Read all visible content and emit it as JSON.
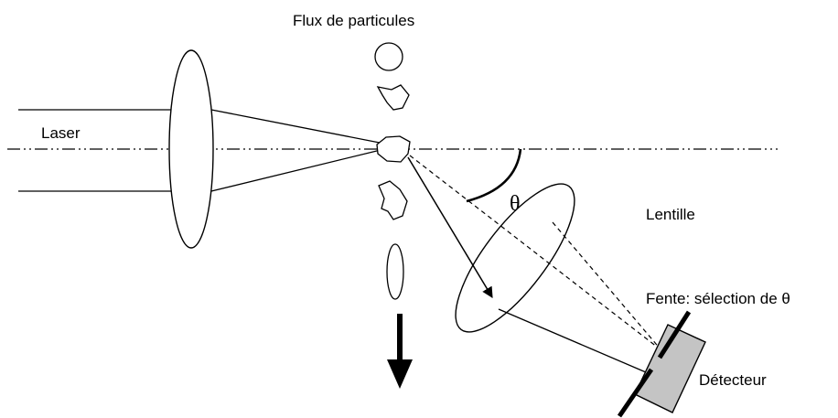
{
  "labels": {
    "flux": "Flux de particules",
    "laser": "Laser",
    "angle": "θ",
    "lentille": "Lentille",
    "fente": "Fente: sélection de θ",
    "detecteur": "Détecteur"
  },
  "colors": {
    "ink": "#000000",
    "detector_fill": "#c4c4c4"
  }
}
